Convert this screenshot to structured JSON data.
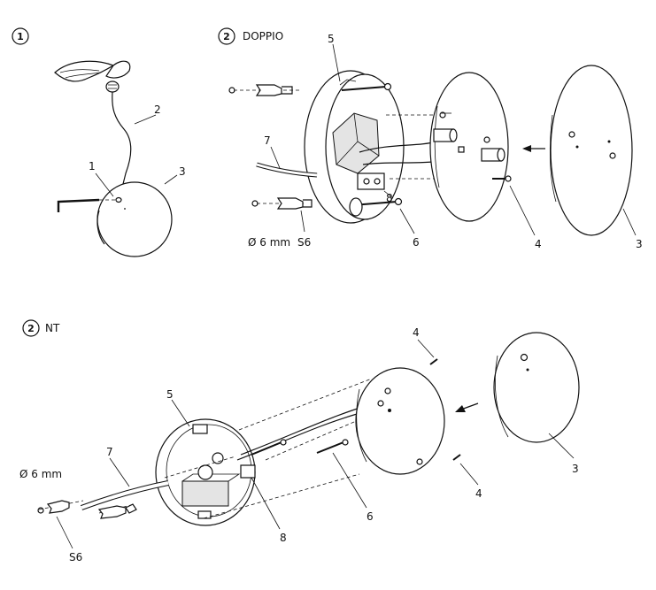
{
  "steps": [
    {
      "number": "1",
      "title": ""
    },
    {
      "number": "2",
      "title": "DOPPIO"
    },
    {
      "number": "2",
      "title": "NT"
    }
  ],
  "panel_1": {
    "labels": [
      "1",
      "2",
      "3"
    ]
  },
  "panel_doppio": {
    "labels": [
      "5",
      "7",
      "8",
      "6",
      "4",
      "3",
      "S6"
    ],
    "drill": "Ø 6 mm"
  },
  "panel_nt": {
    "labels": [
      "4",
      "5",
      "7",
      "6",
      "3",
      "4",
      "8",
      "S6"
    ],
    "drill": "Ø 6 mm"
  },
  "colors": {
    "line": "#111111",
    "background": "#ffffff",
    "shade": "#e4e4e4"
  }
}
